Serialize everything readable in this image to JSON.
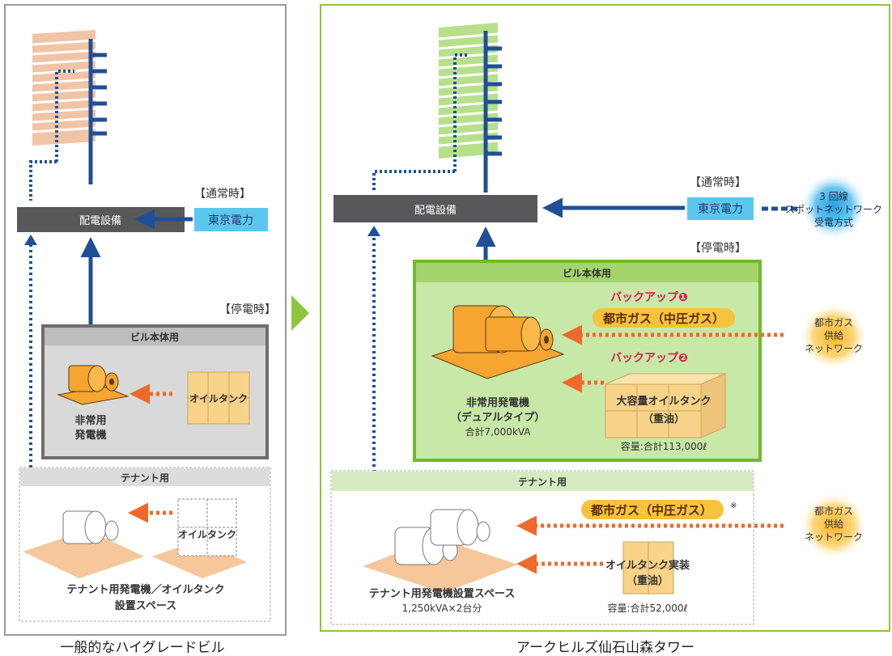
{
  "left_panel": {
    "caption": "一般的なハイグレードビル",
    "distribution": "配電設備",
    "normal_label": "【通常時】",
    "tepco": "東京電力",
    "outage_label": "【停電時】",
    "building_section": "ビル本体用",
    "oil_tank": "オイルタンク",
    "generator_line1": "非常用",
    "generator_line2": "発電機",
    "tenant_section": "テナント用",
    "tenant_oil_tank": "オイルタンク",
    "tenant_line1": "テナント用発電機／オイルタンク",
    "tenant_line2": "設置スペース"
  },
  "right_panel": {
    "caption": "アークヒルズ仙石山森タワー",
    "distribution": "配電設備",
    "normal_label": "【通常時】",
    "tepco": "東京電力",
    "network_line1": "3 回線",
    "network_line2": "スポットネットワーク",
    "network_line3": "受電方式",
    "outage_label": "【停電時】",
    "building_section": "ビル本体用",
    "backup1": "バックアップ❶",
    "city_gas": "都市ガス（中圧ガス）",
    "backup2": "バックアップ❷",
    "gas_supply_line1": "都市ガス",
    "gas_supply_line2": "供給",
    "gas_supply_line3": "ネットワーク",
    "generator_line1": "非常用発電機",
    "generator_line2": "（デュアルタイプ）",
    "generator_total": "合計7,000kVA",
    "large_tank_line1": "大容量オイルタンク",
    "large_tank_line2": "（重油）",
    "large_tank_capacity": "容量:合計113,000ℓ",
    "tenant_section": "テナント用",
    "tenant_city_gas": "都市ガス（中圧ガス）",
    "note_mark": "※",
    "tenant_gas_supply_line1": "都市ガス",
    "tenant_gas_supply_line2": "供給",
    "tenant_gas_supply_line3": "ネットワーク",
    "tenant_tank_line1": "オイルタンク実装",
    "tenant_tank_line2": "（重油）",
    "tenant_tank_capacity": "容量:合計52,000ℓ",
    "tenant_space": "テナント用発電機設置スペース",
    "tenant_capacity": "1,250kVA×2台分"
  },
  "colors": {
    "blue_line": "#1f4f97",
    "tepco_box": "#5cc7ee",
    "dark_box": "#58585a",
    "orange_arrow": "#ef6a2a",
    "generator_orange": "#f6a531",
    "tank_beige": "#f8d389",
    "green_border": "#8cc63f",
    "green_fill": "#b7e08d",
    "gray_section": "#bdbdbd",
    "red_text": "#d6204f",
    "gas_yellow": "#f7c23c",
    "building_peach": "#f1c4a6"
  },
  "icons": [
    "arrow-right-icon",
    "building-icon",
    "generator-icon",
    "oil-tank-icon"
  ]
}
